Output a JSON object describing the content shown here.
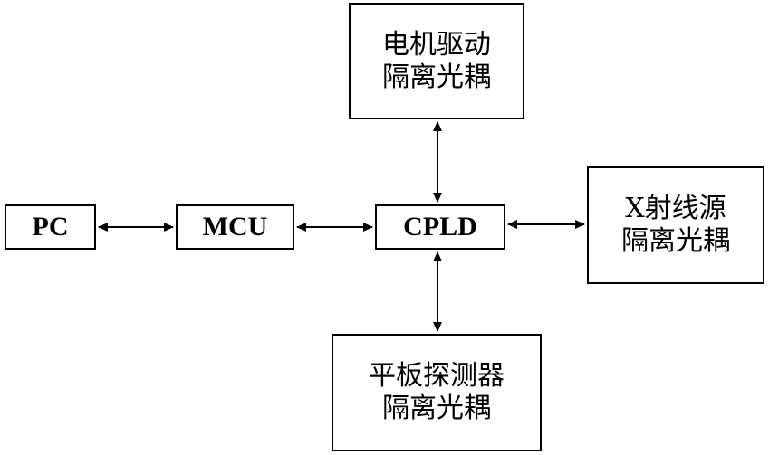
{
  "diagram": {
    "nodes": {
      "pc": {
        "lines": [
          "PC"
        ]
      },
      "mcu": {
        "lines": [
          "MCU"
        ]
      },
      "cpld": {
        "lines": [
          "CPLD"
        ]
      },
      "motor": {
        "lines": [
          "电机驱动",
          "隔离光耦"
        ]
      },
      "xray": {
        "lines": [
          "X射线源",
          "隔离光耦"
        ]
      },
      "flat": {
        "lines": [
          "平板探测器",
          "隔离光耦"
        ]
      }
    },
    "edges": [
      {
        "from": "pc",
        "to": "mcu",
        "direction": "bidirectional"
      },
      {
        "from": "mcu",
        "to": "cpld",
        "direction": "bidirectional"
      },
      {
        "from": "cpld",
        "to": "xray",
        "direction": "bidirectional"
      },
      {
        "from": "motor",
        "to": "cpld",
        "direction": "bidirectional"
      },
      {
        "from": "cpld",
        "to": "flat",
        "direction": "bidirectional"
      }
    ]
  }
}
